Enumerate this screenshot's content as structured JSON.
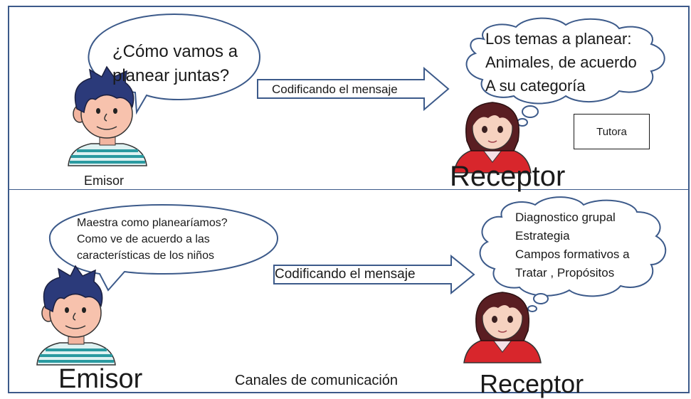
{
  "top": {
    "speech": [
      "¿Cómo vamos a",
      "planear juntas?"
    ],
    "arrow_label": "Codificando el mensaje",
    "thought": [
      "Los temas a planear:",
      "Animales, de acuerdo",
      "A su categoría"
    ],
    "box_label": "Tutora",
    "emisor": "Emisor",
    "receptor": "Receptor"
  },
  "bottom": {
    "speech": [
      "Maestra como planearíamos?",
      "Como  ve de acuerdo a las",
      "características de los niños"
    ],
    "arrow_label": "Codificando el mensaje",
    "thought": [
      "Diagnostico grupal",
      "Estrategia",
      "Campos formativos a",
      "Tratar , Propósitos"
    ],
    "emisor": "Emisor",
    "canales": "Canales de comunicación",
    "receptor": "Receptor"
  },
  "colors": {
    "border": "#3c5a8a",
    "arrow_fill": "#ffffff",
    "text": "#1a1a1a"
  }
}
